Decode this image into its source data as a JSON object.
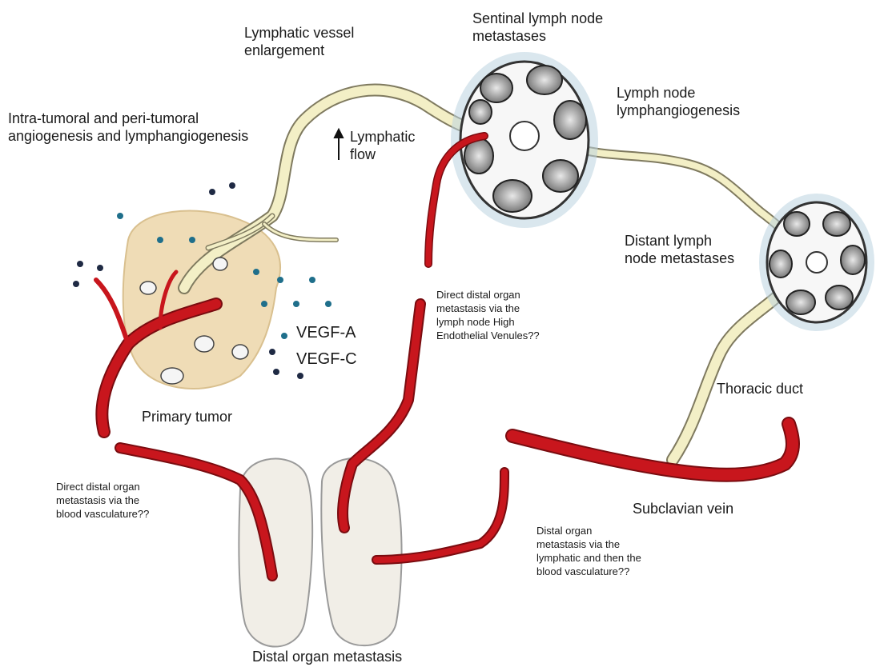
{
  "labels": {
    "vessel_enlargement": "Lymphatic vessel\nenlargement",
    "sentinel_metastases": "Sentinal lymph node\nmetastases",
    "node_lymphangiogenesis": "Lymph node\nlymphangiogenesis",
    "intratumoral": "Intra-tumoral and peri-tumoral\nangiogenesis and lymphangiogenesis",
    "lymphatic_flow": "Lymphatic\nflow",
    "distant_node_metastases": "Distant lymph\nnode metastases",
    "hev_route": "Direct distal organ\nmetastasis via the\nlymph node High\nEndothelial Venules??",
    "vegf_a": "VEGF-A",
    "vegf_c": "VEGF-C",
    "thoracic_duct": "Thoracic duct",
    "primary_tumor": "Primary tumor",
    "blood_route": "Direct distal organ\nmetastasis via the\nblood vasculature??",
    "subclavian_vein": "Subclavian vein",
    "lymph_then_blood": "Distal organ\nmetastasis via the\nlymphatic and then the\nblood vasculature??",
    "distal_organ_metastasis": "Distal organ metastasis"
  },
  "colors": {
    "blood_vessel": "#c8161d",
    "lymph_vessel": "#f3efc6",
    "tumor": "#efdcb6",
    "vegf_a_dot": "#1f6f8b",
    "vegf_c_dot": "#1f2a44",
    "node_halo": "#bcd3e0",
    "organ": "#f1eee7"
  }
}
